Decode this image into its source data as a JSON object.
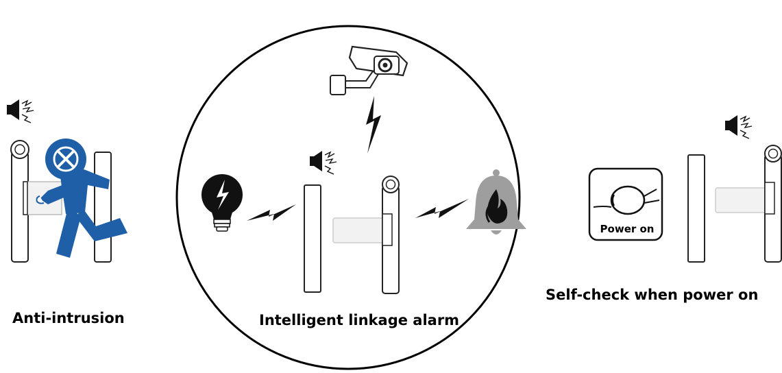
{
  "panels": {
    "left": {
      "caption": "Anti-intrusion"
    },
    "center": {
      "caption": "Intelligent linkage alarm"
    },
    "right": {
      "caption": "Self-check when power on",
      "power_label": "Power on"
    }
  },
  "icons": [
    "speaker-icon",
    "intruder-figure-icon",
    "forbidden-x-icon",
    "cctv-camera-icon",
    "lightning-bolt-icon",
    "light-bulb-icon",
    "fire-alarm-bell-icon",
    "power-plug-icon",
    "turnstile-gate-icon"
  ],
  "colors": {
    "line": "#1a1a1a",
    "intruder_blue": "#1f5fa8",
    "barrier_fill": "#f2f2f2",
    "bell_gray": "#9e9e9e"
  }
}
